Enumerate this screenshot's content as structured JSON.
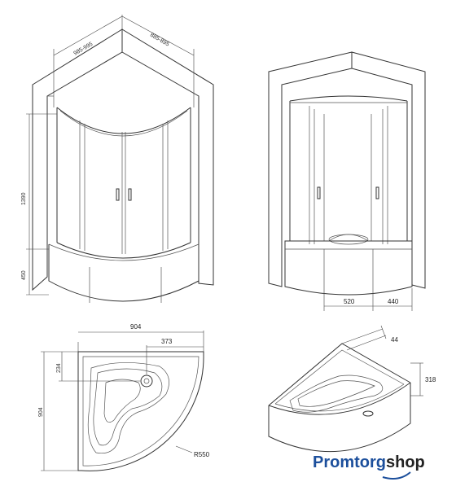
{
  "dimensions": {
    "top_left_width": "985-995",
    "top_right_width": "885-895",
    "glass_height": "1390",
    "tray_height": "450",
    "door_opening": "520",
    "side_panel": "440",
    "plan_width": "904",
    "plan_offset": "373",
    "plan_side_offset": "234",
    "plan_depth": "904",
    "plan_radius": "R550",
    "rim_width": "44",
    "tray_depth": "318"
  },
  "brand": {
    "part1": "Promtorg",
    "part2": "shop",
    "color": "#1c4f9c"
  }
}
